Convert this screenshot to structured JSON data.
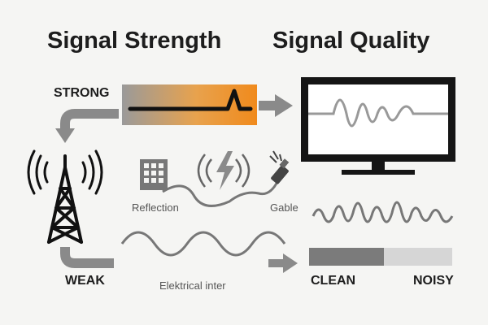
{
  "headings": {
    "strength": "Signal Strength",
    "quality": "Signal Quality"
  },
  "labels": {
    "strong": "STRONG",
    "weak": "WEAK",
    "reflection": "Reflection",
    "cable": "Gable",
    "electrical": "Elektrical inter",
    "clean": "CLEAN",
    "noisy": "NOISY"
  },
  "icons": {
    "tower": "radio-tower-icon",
    "building": "building-icon",
    "lightning": "lightning-icon",
    "cable": "cable-plug-icon",
    "monitor": "monitor-icon"
  },
  "colors": {
    "ink": "#1d1d1d",
    "gray": "#8a8a8a",
    "strong_gradient_start": "#9a9a9a",
    "strong_gradient_end": "#f08a1c",
    "clean_bar": "#7b7b7b",
    "noisy_bar": "#d6d6d6"
  }
}
